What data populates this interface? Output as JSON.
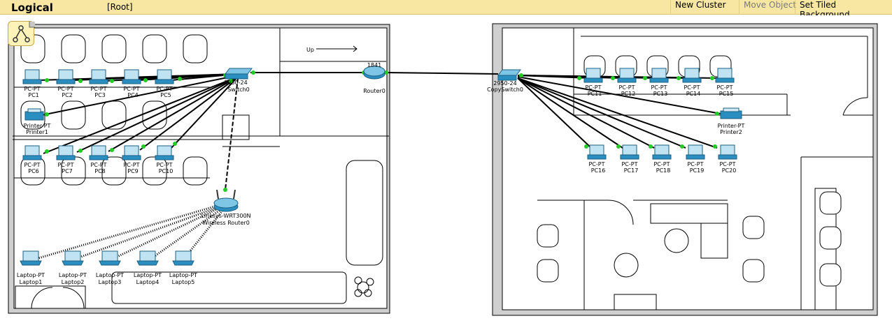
{
  "toolbar": {
    "title": "Logical",
    "root": "[Root]",
    "new_cluster": "New Cluster",
    "move_object": "Move Object",
    "set_tiled_background": "Set Tiled Background"
  },
  "colors": {
    "toolbar_bg": "#f7e7a2",
    "link_up": "#22cc22",
    "device_blue": "#2a8fc0"
  },
  "devices": {
    "switch0": {
      "model": "2950-24",
      "name": "Switch0"
    },
    "router0": {
      "model": "1841",
      "name": "Router0"
    },
    "copy_switch": {
      "model": "2950-24",
      "name": "CopySwitch0"
    },
    "wireless": {
      "model": "Linksys-WRT300N",
      "name": "Wireless Router0"
    },
    "printer1": {
      "model": "Printer-PT",
      "name": "Printer1"
    },
    "printer2": {
      "model": "Printer-PT",
      "name": "Printer2"
    },
    "pcs_left": [
      {
        "model": "PC-PT",
        "name": "PC1"
      },
      {
        "model": "PC-PT",
        "name": "PC2"
      },
      {
        "model": "PC-PT",
        "name": "PC3"
      },
      {
        "model": "PC-PT",
        "name": "PC4"
      },
      {
        "model": "PC-PT",
        "name": "PC5"
      },
      {
        "model": "PC-PT",
        "name": "PC6"
      },
      {
        "model": "PC-PT",
        "name": "PC7"
      },
      {
        "model": "PC-PT",
        "name": "PC8"
      },
      {
        "model": "PC-PT",
        "name": "PC9"
      },
      {
        "model": "PC-PT",
        "name": "PC10"
      }
    ],
    "pcs_right": [
      {
        "model": "PC-PT",
        "name": "PC11"
      },
      {
        "model": "PC-PT",
        "name": "PC12"
      },
      {
        "model": "PC-PT",
        "name": "PC13"
      },
      {
        "model": "PC-PT",
        "name": "PC14"
      },
      {
        "model": "PC-PT",
        "name": "PC15"
      },
      {
        "model": "PC-PT",
        "name": "PC16"
      },
      {
        "model": "PC-PT",
        "name": "PC17"
      },
      {
        "model": "PC-PT",
        "name": "PC18"
      },
      {
        "model": "PC-PT",
        "name": "PC19"
      },
      {
        "model": "PC-PT",
        "name": "PC20"
      }
    ],
    "laptops": [
      {
        "model": "Laptop-PT",
        "name": "Laptop1"
      },
      {
        "model": "Laptop-PT",
        "name": "Laptop2"
      },
      {
        "model": "Laptop-PT",
        "name": "Laptop3"
      },
      {
        "model": "Laptop-PT",
        "name": "Laptop4"
      },
      {
        "model": "Laptop-PT",
        "name": "Laptop5"
      }
    ]
  },
  "floorplan": {
    "stair_label": "Up"
  }
}
